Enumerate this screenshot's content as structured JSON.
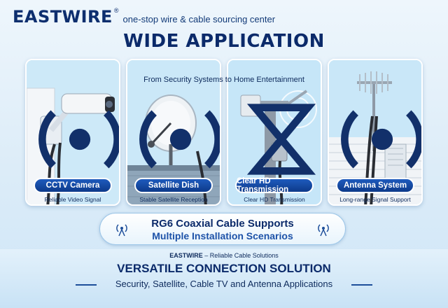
{
  "brand": {
    "name": "EASTWIRE",
    "registered": "®",
    "tagline": "one-stop wire & cable sourcing center"
  },
  "main_title": "WIDE APPLICATION",
  "subheading": "From Security Systems to Home Entertainment",
  "cards": [
    {
      "label": "CCTV Camera",
      "caption": "Reliable Video Signal",
      "icon": "broadcast-icon"
    },
    {
      "label": "Satellite Dish",
      "caption": "Stable Satellite Reception",
      "icon": "broadcast-icon"
    },
    {
      "label": "Clear HD Transmission",
      "caption": "Clear HD Transmission",
      "icon": "hourglass-icon"
    },
    {
      "label": "Antenna System",
      "caption": "Long-range Signal Support",
      "icon": "broadcast-icon"
    }
  ],
  "banner": {
    "line1": "RG6 Coaxial Cable Supports",
    "line2": "Multiple Installation Scenarios"
  },
  "footer": {
    "brand": "EASTWIRE",
    "brand_suffix": " – Reliable Cable Solutions",
    "title": "VERSATILE CONNECTION SOLUTION",
    "subtitle": "Security, Satellite, Cable TV and Antenna Applications"
  },
  "colors": {
    "navy": "#0b2a6a",
    "pill_blue": "#1f5bbd",
    "sky": "#bfe3f6"
  }
}
